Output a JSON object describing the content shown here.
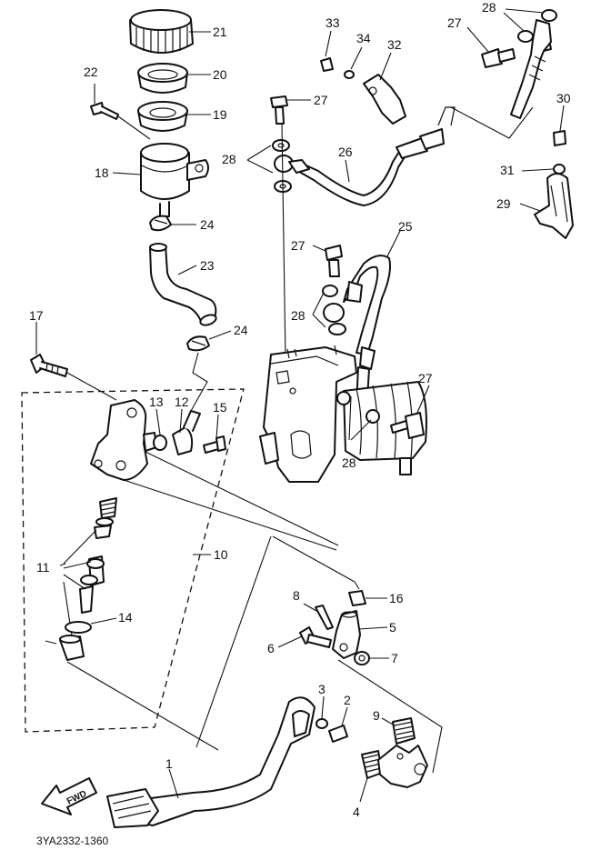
{
  "diagram_code": "3YA2332-1360",
  "fwd_label": "FWD",
  "callouts": [
    "21",
    "20",
    "19",
    "18",
    "22",
    "24",
    "23",
    "24",
    "17",
    "13",
    "12",
    "15",
    "11",
    "10",
    "14",
    "33",
    "34",
    "32",
    "27",
    "28",
    "26",
    "27",
    "28",
    "30",
    "31",
    "29",
    "25",
    "27",
    "28",
    "27",
    "28",
    "16",
    "8",
    "5",
    "6",
    "7",
    "3",
    "2",
    "9",
    "1",
    "4"
  ]
}
